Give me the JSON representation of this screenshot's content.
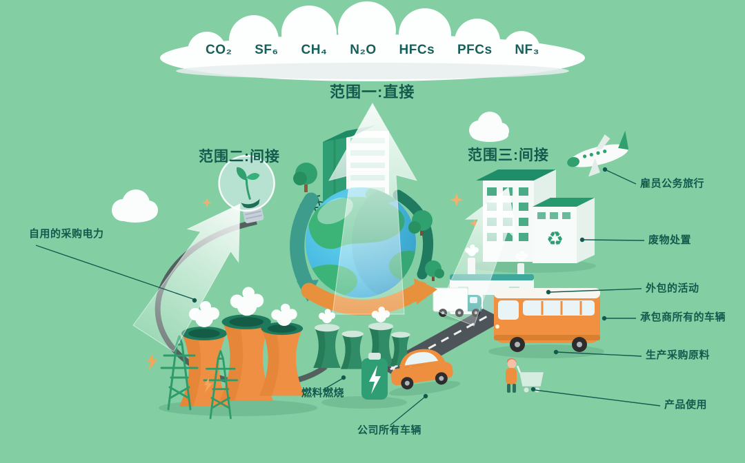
{
  "colors": {
    "background": "#83CFA3",
    "ink": "#135A4E",
    "orange": "#EE8F3F",
    "green": "#2FA06E",
    "dark_green": "#1E7A5C",
    "sky_blue": "#45B8DF",
    "white": "#FFFFFF"
  },
  "cloud": {
    "gases": [
      "CO₂",
      "SF₆",
      "CH₄",
      "N₂O",
      "HFCs",
      "PFCs",
      "NF₃"
    ]
  },
  "scopes": {
    "scope1": "范围一:直接",
    "scope2": "范围二:间接",
    "scope3": "范围三:间接"
  },
  "callouts": {
    "purchased_electricity": "自用的采购电力",
    "fuel_combustion": "燃料燃烧",
    "company_vehicles": "公司所有车辆",
    "business_travel": "雇员公务旅行",
    "waste_disposal": "废物处置",
    "outsourced_activities": "外包的活动",
    "contractor_vehicles": "承包商所有的车辆",
    "purchased_materials": "生产采购原料",
    "product_use": "产品使用"
  },
  "icons": {
    "recycle": "♻"
  }
}
